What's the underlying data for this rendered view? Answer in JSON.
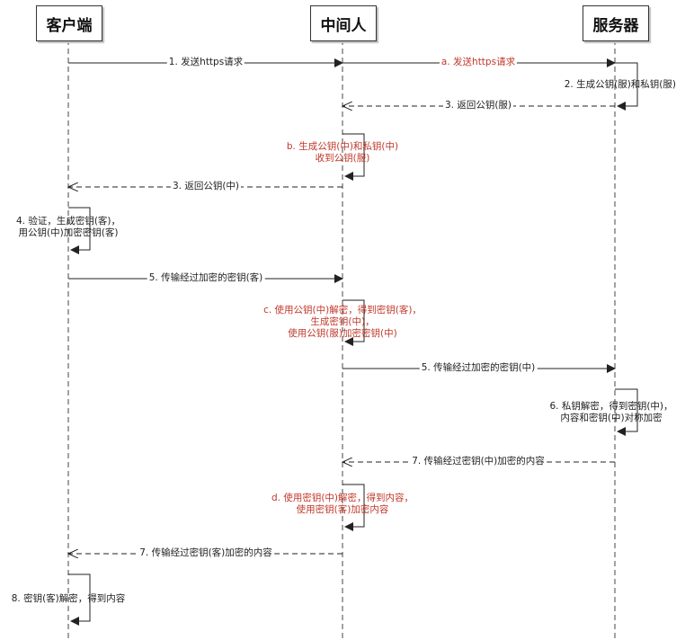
{
  "actors": {
    "client": "客户端",
    "mitm": "中间人",
    "server": "服务器"
  },
  "messages": {
    "m1": "1. 发送https请求",
    "ma": "a. 发送https请求",
    "m2": "2. 生成公钥(服)和私钥(服)",
    "m3s": "3. 返回公钥(服)",
    "mb1": "b. 生成公钥(中)和私钥(中)",
    "mb2": "收到公钥(服)",
    "m3m": "3. 返回公钥(中)",
    "m4a": "4. 验证，生成密钥(客)，",
    "m4b": "用公钥(中)加密密钥(客)",
    "m5c": "5. 传输经过加密的密钥(客)",
    "mc1": "c. 使用公钥(中)解密，得到密钥(客)，",
    "mc2": "生成密钥(中)，",
    "mc3": "使用公钥(服)加密密钥(中)",
    "m5m": "5. 传输经过加密的密钥(中)",
    "m6a": "6. 私钥解密，得到密钥(中)，",
    "m6b": "内容和密钥(中)对称加密",
    "m7s": "7. 传输经过密钥(中)加密的内容",
    "md1": "d. 使用密钥(中)解密，得到内容，",
    "md2": "使用密钥(客)加密内容",
    "m7m": "7. 传输经过密钥(客)加密的内容",
    "m8": "8. 密钥(客)解密，得到内容"
  },
  "colors": {
    "line": "#333333",
    "mitm_text": "#c0392b"
  }
}
